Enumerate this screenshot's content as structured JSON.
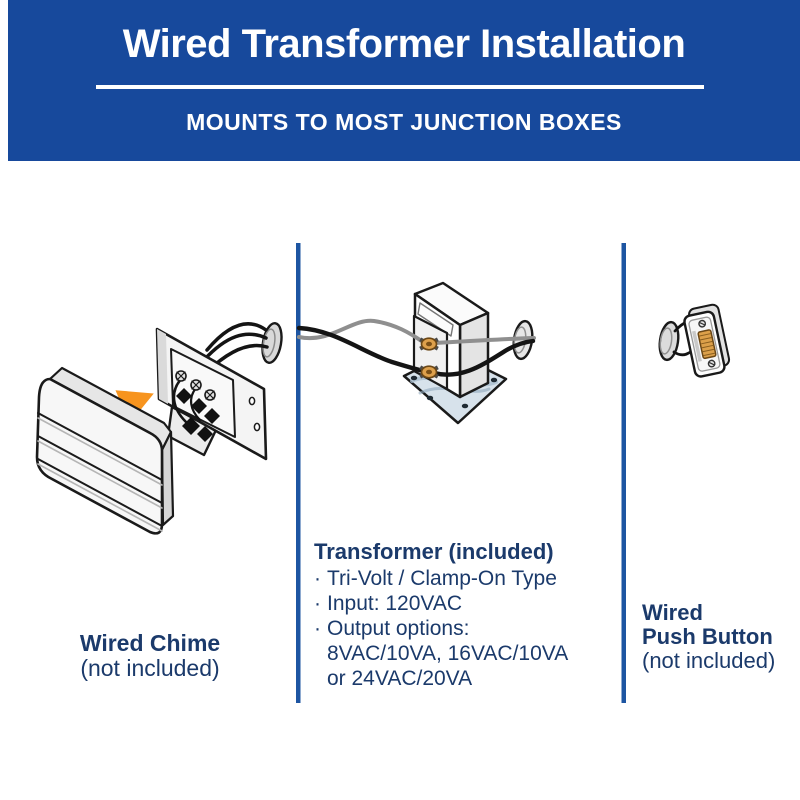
{
  "header": {
    "title": "Wired Transformer Installation",
    "subtitle": "MOUNTS TO MOST JUNCTION BOXES"
  },
  "colors": {
    "header_bg": "#17499C",
    "divider_blue": "#1D55A2",
    "caption_navy": "#1B3A6B",
    "arrow_orange": "#F7941E",
    "brass_terminal": "#DDA04C",
    "junction_plate_blue": "#D7E2EB",
    "wire_black": "#141414",
    "wire_gray": "#8F8F8F"
  },
  "columns": {
    "chime": {
      "illustration": "wired-chime-cover-and-mounting-plate-with-wires",
      "caption_title": "Wired Chime",
      "caption_note": "(not included)"
    },
    "transformer": {
      "illustration": "doorbell-transformer-mounted-on-junction-box-plate",
      "caption_title": "Transformer (included)",
      "bullet_char": "·",
      "bullets": [
        {
          "text": "Tri-Volt / Clamp-On Type"
        },
        {
          "text": "Input: 120VAC"
        },
        {
          "text": "Output options:"
        }
      ],
      "output_continuation": [
        {
          "text": "8VAC/10VA, 16VAC/10VA"
        },
        {
          "text": "or 24VAC/20VA"
        }
      ]
    },
    "push_button": {
      "illustration": "wired-push-button-with-wall-wires",
      "caption_title_line1": "Wired",
      "caption_title_line2": "Push Button",
      "caption_note": "(not included)"
    }
  }
}
